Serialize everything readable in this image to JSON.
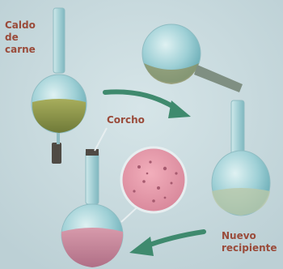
{
  "labels": {
    "caldo_line1": "Caldo",
    "caldo_line2": "de",
    "caldo_line3": "carne",
    "corcho": "Corcho",
    "nuevo_line1": "Nuevo",
    "nuevo_line2": "recipiente"
  },
  "colors": {
    "background": "#c7d8dd",
    "label_text": "#9a4b3a",
    "arrow": "#3f8a6e",
    "broth": "#8e9648",
    "glass": "#a9d3d8",
    "pink_liquid": "#c9849a",
    "stopper": "#4f4a44"
  }
}
